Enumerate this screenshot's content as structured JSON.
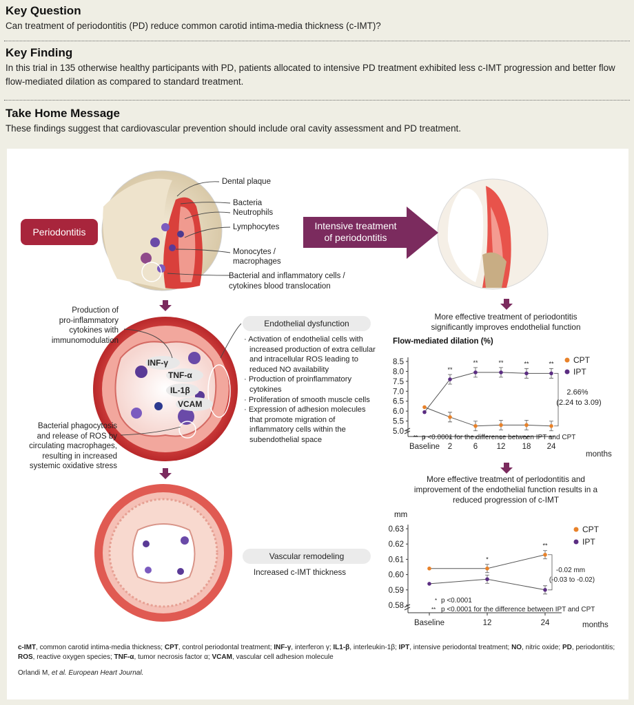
{
  "header": {
    "key_question_title": "Key Question",
    "key_question_text": "Can treatment of periodontitis (PD) reduce common carotid intima-media thickness (c-IMT)?",
    "key_finding_title": "Key Finding",
    "key_finding_text": "In this trial in 135 otherwise healthy participants with PD, patients allocated to intensive PD treatment exhibited less c-IMT progression and better flow flow-mediated dilation as compared to standard treatment.",
    "take_home_title": "Take Home Message",
    "take_home_text": "These findings suggest that cardiovascular prevention should include oral cavity assessment and PD treatment."
  },
  "figure": {
    "periodontitis_label": "Periodontitis",
    "labels": {
      "dental_plaque": "Dental plaque",
      "bacteria": "Bacteria",
      "neutrophils": "Neutrophils",
      "lymphocytes": "Lymphocytes",
      "monocytes_1": "Monocytes /",
      "monocytes_2": "macrophages",
      "translocation_1": "Bacterial and inflammatory cells /",
      "translocation_2": "cytokines blood translocation"
    },
    "treatment_arrow_1": "Intensive treatment",
    "treatment_arrow_2": "of periodontitis",
    "production_1": "Production of",
    "production_2": "pro-inflammatory",
    "production_3": "cytokines with",
    "production_4": "immunomodulation",
    "phago_1": "Bacterial phagocytosis",
    "phago_2": "and release of ROS by",
    "phago_3": "circulating macrophages,",
    "phago_4": "resulting in increased",
    "phago_5": "systemic oxidative stress",
    "cytokines": [
      "INF-γ",
      "TNF-α",
      "IL-1β",
      "VCAM"
    ],
    "endothelial_title": "Endothelial dysfunction",
    "endothelial_bullets": [
      "Activation of endothelial cells with increased production of extra cellular and intracellular ROS leading to reduced NO availability",
      "Production of proinflammatory cytokines",
      "Proliferation of smooth muscle cells",
      "Expression of adhesion molecules that promote migration of inflammatory cells within the subendothelial space"
    ],
    "remodel_title": "Vascular remodeling",
    "remodel_text": "Increased c-IMT thickness",
    "fmd_caption_1": "More effective treatment of periodontitis",
    "fmd_caption_2": "significantly improves endothelial function",
    "imt_caption_1": "More effective treatment of perlodontitis and",
    "imt_caption_2": "improvement of the endothelial function results in a",
    "imt_caption_3": "reduced progression of c-IMT"
  },
  "chart_data": [
    {
      "type": "line",
      "title": "Flow-mediated dilation (%)",
      "xlabel": "months",
      "categories": [
        "Baseline",
        "2",
        "6",
        "12",
        "18",
        "24"
      ],
      "ylim": [
        5.0,
        8.5
      ],
      "yticks": [
        "5.0",
        "5.5",
        "6.0",
        "6.5",
        "7.0",
        "7.5",
        "8.0",
        "8.5"
      ],
      "series": [
        {
          "name": "CPT",
          "color": "#e8822a",
          "values": [
            6.2,
            5.7,
            5.25,
            5.3,
            5.3,
            5.25
          ]
        },
        {
          "name": "IPT",
          "color": "#5b2d82",
          "values": [
            5.95,
            7.6,
            7.95,
            7.95,
            7.9,
            7.9
          ]
        }
      ],
      "significance": [
        "",
        "**",
        "**",
        "**",
        "**",
        "**"
      ],
      "difference_1": "2.66%",
      "difference_2": "(2.24 to 3.09)",
      "footnote_marker": "**",
      "footnote": "p <0.0001 for the difference between IPT and CPT"
    },
    {
      "type": "line",
      "ylabel": "mm",
      "xlabel": "months",
      "categories": [
        "Baseline",
        "12",
        "24"
      ],
      "ylim": [
        0.58,
        0.63
      ],
      "yticks": [
        "0.58",
        "0.59",
        "0.60",
        "0.61",
        "0.62",
        "0.63"
      ],
      "series": [
        {
          "name": "CPT",
          "color": "#e8822a",
          "values": [
            0.604,
            0.604,
            0.613
          ]
        },
        {
          "name": "IPT",
          "color": "#5b2d82",
          "values": [
            0.594,
            0.597,
            0.59
          ]
        }
      ],
      "significance": [
        "",
        "*",
        "**"
      ],
      "difference_1": "-0.02 mm",
      "difference_2": "(-0.03 to -0.02)",
      "footnote_1_marker": "*",
      "footnote_1": "p <0.0001",
      "footnote_2_marker": "**",
      "footnote_2": "p <0.0001 for the difference between IPT and CPT"
    }
  ],
  "footer": {
    "abbreviations": [
      {
        "term": "c-IMT",
        "def": ", common carotid intima-media thickness; "
      },
      {
        "term": "CPT",
        "def": ", control periodontal treatment; "
      },
      {
        "term": "INF-γ",
        "def": ", interferon γ; "
      },
      {
        "term": "IL1-β",
        "def": ", interleukin-1β; "
      },
      {
        "term": "IPT",
        "def": ", intensive periodontal treatment; "
      },
      {
        "term": "NO",
        "def": ", nitric oxide; "
      },
      {
        "term": "PD",
        "def": ", periodontitis; "
      },
      {
        "term": "ROS",
        "def": ", reactive oxygen species; "
      },
      {
        "term": "TNF-α",
        "def": ", tumor necrosis factor α; "
      },
      {
        "term": "VCAM",
        "def": ", vascular cell adhesion molecule"
      }
    ],
    "citation_authors": "Orlandi M, ",
    "citation_journal": "et al. European Heart Journal."
  }
}
